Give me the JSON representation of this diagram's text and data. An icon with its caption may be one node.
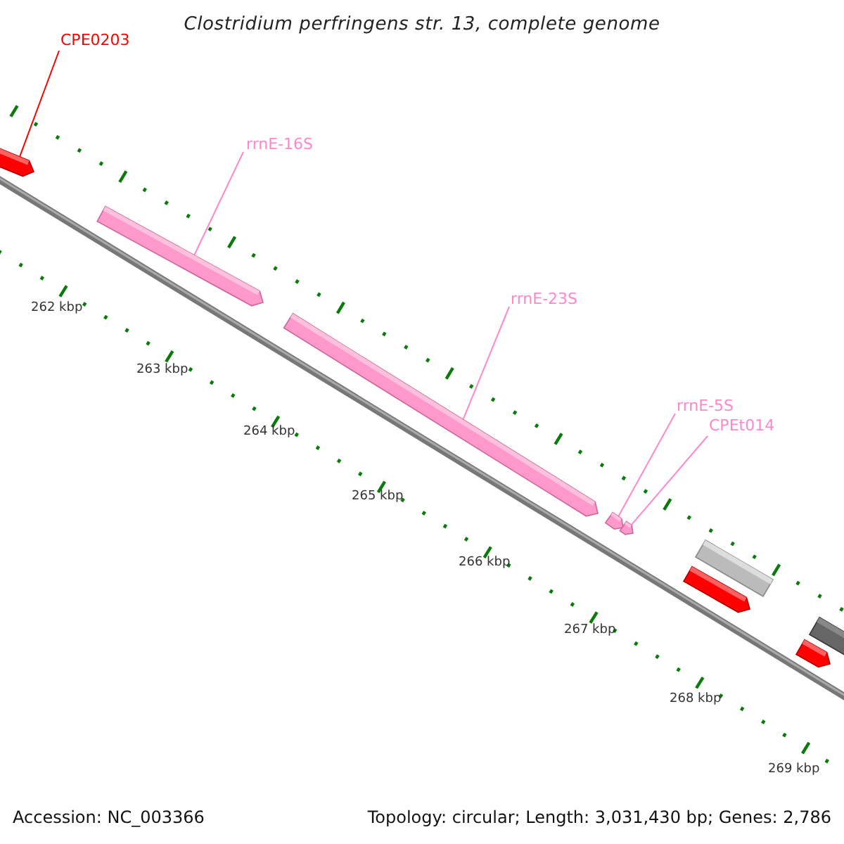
{
  "diagram": {
    "title": "Clostridium perfringens str. 13, complete genome",
    "nodes": [
      {
        "text": [
          "CPE0203"
        ]
      },
      {
        "text": [],
        "shape": "arrow"
      },
      {
        "text": [
          "rrnE-16S"
        ]
      },
      {
        "text": [],
        "shape": "arrow"
      },
      {
        "text": [
          "rrnE-23S"
        ]
      },
      {
        "text": [],
        "shape": "arrow"
      },
      {
        "text": [
          "rrnE-5S"
        ]
      },
      {
        "text": [],
        "shape": "arrow"
      },
      {
        "text": [
          "CPEt014"
        ]
      },
      {
        "text": [],
        "shape": "arrow"
      },
      {
        "text": [],
        "shape": "bar"
      },
      {
        "text": [],
        "shape": "arrow"
      },
      {
        "text": [],
        "shape": "bar"
      },
      {
        "text": [],
        "shape": "arrow"
      }
    ],
    "edges": [
      {
        "from": 0,
        "to": 1,
        "arrow": "none",
        "color": "#ff0000"
      },
      {
        "from": 2,
        "to": 3,
        "arrow": "none"
      },
      {
        "from": 4,
        "to": 5,
        "arrow": "none"
      },
      {
        "from": 6,
        "to": 7,
        "arrow": "none"
      },
      {
        "from": 8,
        "to": 9,
        "arrow": "none"
      }
    ],
    "labels": [
      "262 kbp",
      "263 kbp",
      "264 kbp",
      "265 kbp",
      "266 kbp",
      "267 kbp",
      "268 kbp",
      "269 kbp",
      "Accession: NC_003366",
      "Topology: circular; Length: 3,031,430 bp; Genes: 2,786"
    ]
  }
}
